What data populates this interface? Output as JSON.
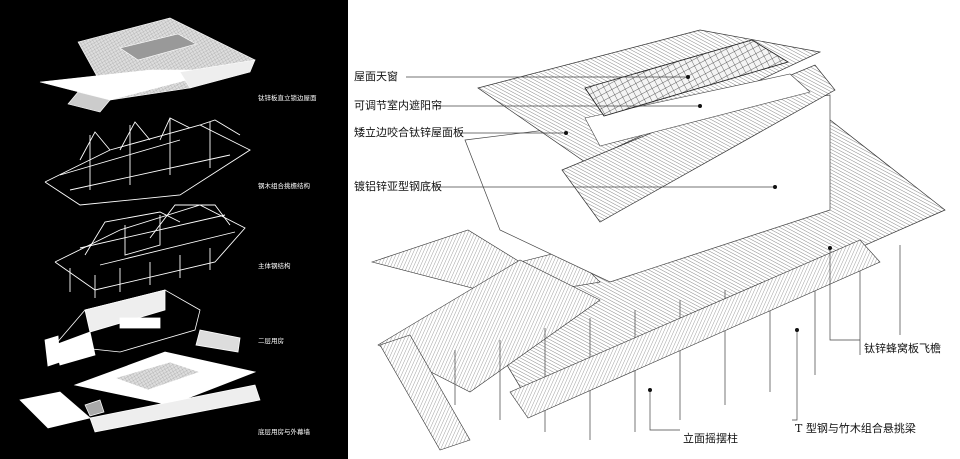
{
  "left_panel": {
    "labels": [
      "钛锌板直立锁边屋面",
      "钢木组合挑檐结构",
      "主体钢结构",
      "二层用房",
      "底层用房与外幕墙"
    ]
  },
  "right_panel": {
    "callouts": [
      "屋面天窗",
      "可调节室内遮阳帘",
      "矮立边咬合钛锌屋面板",
      "镀铝锌亚型钢底板",
      "钛锌蜂窝板飞檐",
      "T 型钢与竹木组合悬挑梁",
      "立面摇摆柱"
    ]
  },
  "colors": {
    "left_background": "#000000",
    "line": "#444444"
  }
}
